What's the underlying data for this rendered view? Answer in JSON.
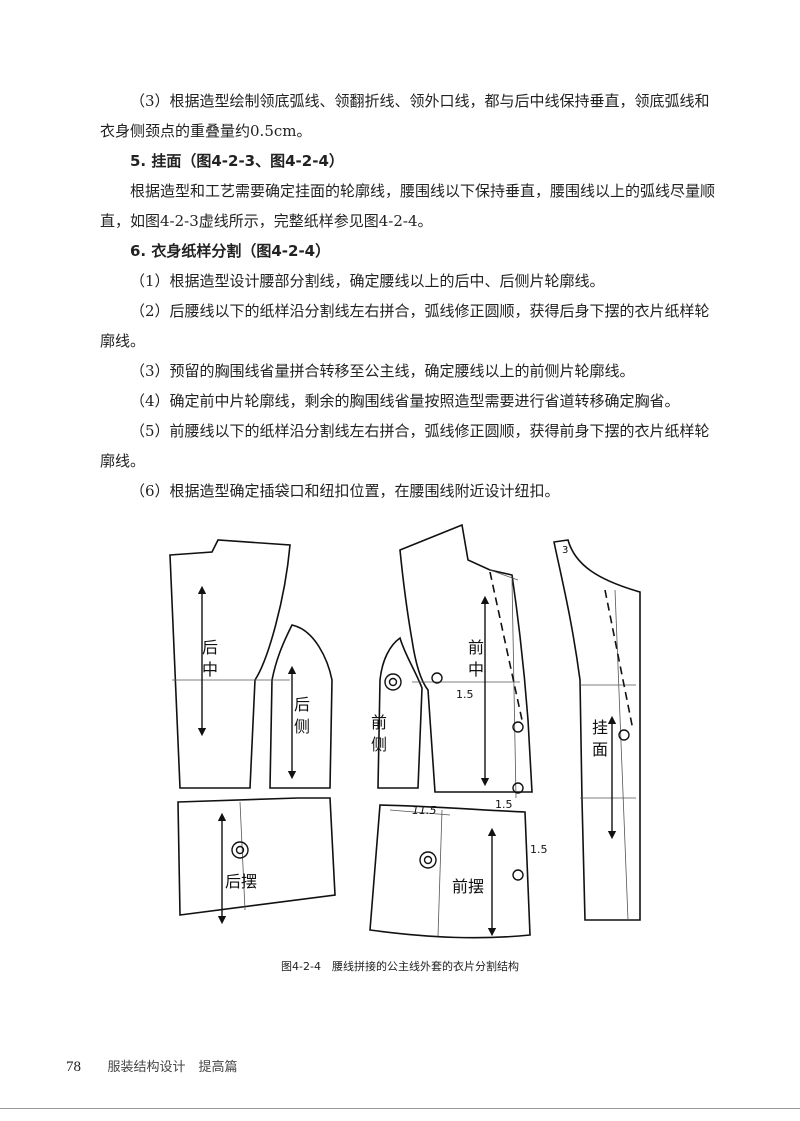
{
  "paragraphs": {
    "p1": "（3）根据造型绘制领底弧线、领翻折线、领外口线，都与后中线保持垂直，领底弧线和衣身侧颈点的重叠量约0.5cm。",
    "h5": "5. 挂面（图4-2-3、图4-2-4）",
    "p2": "根据造型和工艺需要确定挂面的轮廓线，腰围线以下保持垂直，腰围线以上的弧线尽量顺直，如图4-2-3虚线所示，完整纸样参见图4-2-4。",
    "h6": "6. 衣身纸样分割（图4-2-4）",
    "s1": "（1）根据造型设计腰部分割线，确定腰线以上的后中、后侧片轮廓线。",
    "s2": "（2）后腰线以下的纸样沿分割线左右拼合，弧线修正圆顺，获得后身下摆的衣片纸样轮廓线。",
    "s3": "（3）预留的胸围线省量拼合转移至公主线，确定腰线以上的前侧片轮廓线。",
    "s4": "（4）确定前中片轮廓线，剩余的胸围线省量按照造型需要进行省道转移确定胸省。",
    "s5": "（5）前腰线以下的纸样沿分割线左右拼合，弧线修正圆顺，获得前身下摆的衣片纸样轮廓线。",
    "s6": "（6）根据造型确定插袋口和纽扣位置，在腰围线附近设计纽扣。"
  },
  "figure": {
    "labels": {
      "back_center_1": "后",
      "back_center_2": "中",
      "back_side_1": "后",
      "back_side_2": "侧",
      "front_side_1": "前",
      "front_side_2": "侧",
      "front_center_1": "前",
      "front_center_2": "中",
      "facing_1": "挂",
      "facing_2": "面",
      "back_hem": "后摆",
      "front_hem": "前摆",
      "dim_15a": "1.5",
      "dim_15b": "1.5",
      "dim_15c": "1.5",
      "dim_115": "11.5",
      "num_3": "3"
    },
    "caption": "图4-2-4　腰线拼接的公主线外套的衣片分割结构"
  },
  "footer": {
    "page_number": "78",
    "book_title": "服装结构设计　提高篇"
  }
}
